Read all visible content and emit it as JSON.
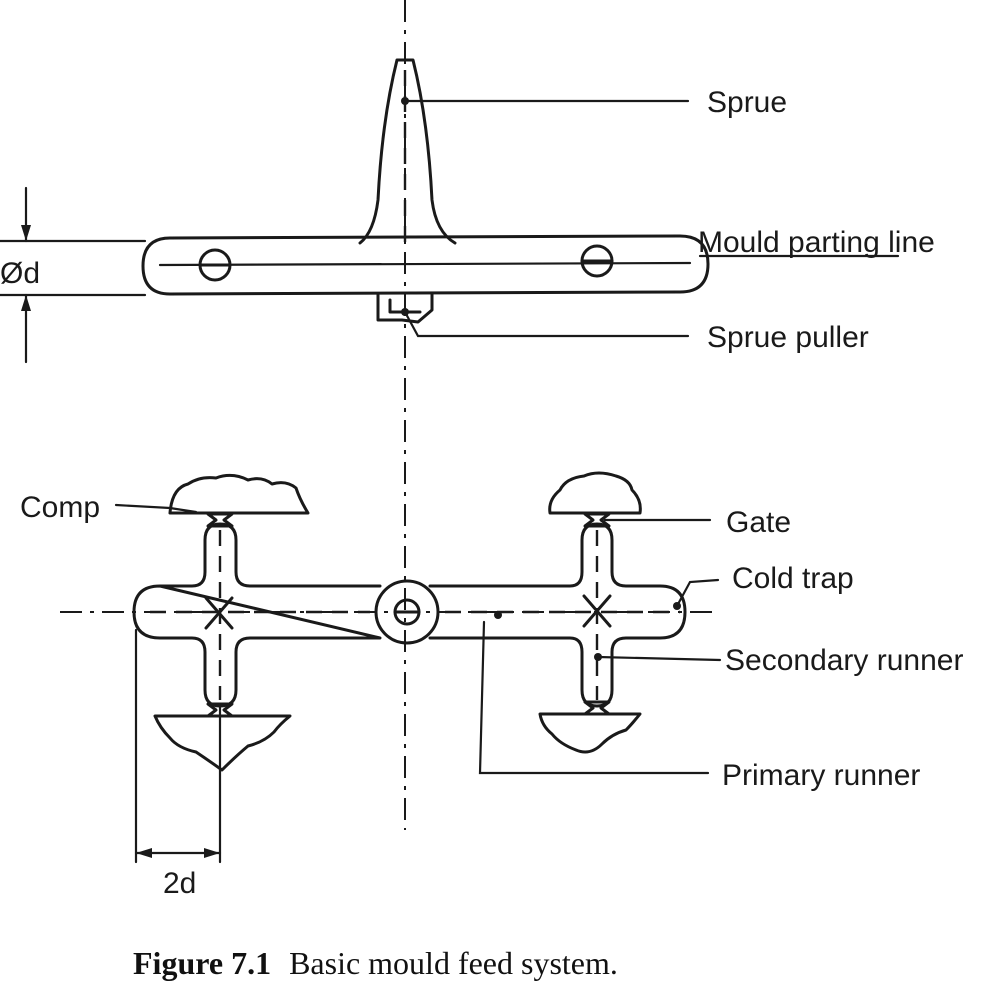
{
  "labels": {
    "sprue": "Sprue",
    "mould_parting_line": "Mould parting line",
    "sprue_puller": "Sprue puller",
    "diameter": "Ød",
    "comp": "Comp",
    "gate": "Gate",
    "cold_trap": "Cold trap",
    "secondary_runner": "Secondary runner",
    "primary_runner": "Primary runner",
    "dimension_2d": "2d"
  },
  "caption": {
    "number": "Figure 7.1",
    "text": "Basic mould feed system."
  }
}
